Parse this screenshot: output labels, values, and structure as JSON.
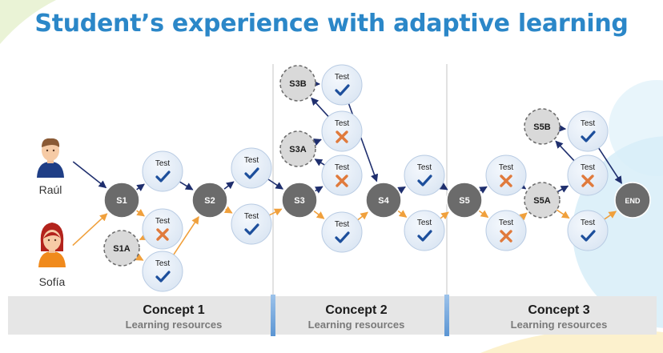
{
  "title": "Student’s experience with adaptive learning",
  "students": [
    {
      "name": "Raúl"
    },
    {
      "name": "Sofía"
    }
  ],
  "concepts": [
    {
      "title": "Concept 1",
      "subtitle": "Learning resources"
    },
    {
      "title": "Concept 2",
      "subtitle": "Learning resources"
    },
    {
      "title": "Concept 3",
      "subtitle": "Learning resources"
    }
  ],
  "nodes": [
    {
      "id": "S1",
      "label": "S1",
      "kind": "session"
    },
    {
      "id": "S2",
      "label": "S2",
      "kind": "session"
    },
    {
      "id": "S3",
      "label": "S3",
      "kind": "session"
    },
    {
      "id": "S4",
      "label": "S4",
      "kind": "session"
    },
    {
      "id": "S5",
      "label": "S5",
      "kind": "session"
    },
    {
      "id": "END",
      "label": "END",
      "kind": "session"
    },
    {
      "id": "S1A",
      "label": "S1A",
      "kind": "remedial"
    },
    {
      "id": "S3A",
      "label": "S3A",
      "kind": "remedial"
    },
    {
      "id": "S3B",
      "label": "S3B",
      "kind": "remedial"
    },
    {
      "id": "S5A",
      "label": "S5A",
      "kind": "remedial"
    },
    {
      "id": "S5B",
      "label": "S5B",
      "kind": "remedial"
    },
    {
      "id": "t1a",
      "label": "Test",
      "kind": "test",
      "result": "pass"
    },
    {
      "id": "t1b",
      "label": "Test",
      "kind": "test",
      "result": "fail"
    },
    {
      "id": "t1c",
      "label": "Test",
      "kind": "test",
      "result": "pass"
    },
    {
      "id": "t2a",
      "label": "Test",
      "kind": "test",
      "result": "pass"
    },
    {
      "id": "t2b",
      "label": "Test",
      "kind": "test",
      "result": "pass"
    },
    {
      "id": "t3a",
      "label": "Test",
      "kind": "test",
      "result": "fail"
    },
    {
      "id": "t3b",
      "label": "Test",
      "kind": "test",
      "result": "fail"
    },
    {
      "id": "t3c",
      "label": "Test",
      "kind": "test",
      "result": "pass"
    },
    {
      "id": "t3d",
      "label": "Test",
      "kind": "test",
      "result": "pass"
    },
    {
      "id": "t4a",
      "label": "Test",
      "kind": "test",
      "result": "pass"
    },
    {
      "id": "t4b",
      "label": "Test",
      "kind": "test",
      "result": "pass"
    },
    {
      "id": "t5a",
      "label": "Test",
      "kind": "test",
      "result": "fail"
    },
    {
      "id": "t5b",
      "label": "Test",
      "kind": "test",
      "result": "fail"
    },
    {
      "id": "t6a",
      "label": "Test",
      "kind": "test",
      "result": "pass"
    },
    {
      "id": "t6b",
      "label": "Test",
      "kind": "test",
      "result": "fail"
    },
    {
      "id": "t6c",
      "label": "Test",
      "kind": "test",
      "result": "pass"
    }
  ],
  "edges": [
    {
      "from": "raul",
      "to": "S1",
      "path": "raul"
    },
    {
      "from": "sofia",
      "to": "S1",
      "path": "sofia"
    },
    {
      "from": "S1",
      "to": "t1a",
      "path": "raul"
    },
    {
      "from": "t1a",
      "to": "S2",
      "path": "raul"
    },
    {
      "from": "S1",
      "to": "t1b",
      "path": "sofia"
    },
    {
      "from": "t1b",
      "to": "S1A",
      "path": "sofia"
    },
    {
      "from": "S1A",
      "to": "t1c",
      "path": "sofia"
    },
    {
      "from": "t1c",
      "to": "S2",
      "path": "sofia"
    },
    {
      "from": "S2",
      "to": "t2a",
      "path": "raul"
    },
    {
      "from": "t2a",
      "to": "S3",
      "path": "raul"
    },
    {
      "from": "S2",
      "to": "t2b",
      "path": "sofia"
    },
    {
      "from": "t2b",
      "to": "S3",
      "path": "sofia"
    },
    {
      "from": "S3",
      "to": "t3a",
      "path": "raul"
    },
    {
      "from": "t3a",
      "to": "S3A",
      "path": "raul"
    },
    {
      "from": "S3A",
      "to": "t3b",
      "path": "raul"
    },
    {
      "from": "t3b",
      "to": "S3B",
      "path": "raul"
    },
    {
      "from": "S3B",
      "to": "t3c",
      "path": "raul"
    },
    {
      "from": "t3c",
      "to": "S4",
      "path": "raul"
    },
    {
      "from": "S3",
      "to": "t3d",
      "path": "sofia"
    },
    {
      "from": "t3d",
      "to": "S4",
      "path": "sofia"
    },
    {
      "from": "S4",
      "to": "t4a",
      "path": "raul"
    },
    {
      "from": "t4a",
      "to": "S5",
      "path": "raul"
    },
    {
      "from": "S4",
      "to": "t4b",
      "path": "sofia"
    },
    {
      "from": "t4b",
      "to": "S5",
      "path": "sofia"
    },
    {
      "from": "S5",
      "to": "t5a",
      "path": "raul"
    },
    {
      "from": "t5a",
      "to": "S5A",
      "path": "raul"
    },
    {
      "from": "S5",
      "to": "t5b",
      "path": "sofia"
    },
    {
      "from": "t5b",
      "to": "S5A",
      "path": "sofia"
    },
    {
      "from": "S5A",
      "to": "t6b",
      "path": "raul"
    },
    {
      "from": "t6b",
      "to": "S5B",
      "path": "raul"
    },
    {
      "from": "S5B",
      "to": "t6a",
      "path": "raul"
    },
    {
      "from": "t6a",
      "to": "END",
      "path": "raul"
    },
    {
      "from": "S5A",
      "to": "t6c",
      "path": "sofia"
    },
    {
      "from": "t6c",
      "to": "END",
      "path": "sofia"
    }
  ],
  "colors": {
    "title": "#2b87c8",
    "raul_path": "#1f2f6e",
    "sofia_path": "#f0a03c",
    "session": "#6b6b6b",
    "remedial": "#d9d9d9",
    "test": "#dbe6f3",
    "check": "#1d4f9c",
    "cross": "#e07a3c",
    "band": "#e6e6e6",
    "divider": "#5b95d3"
  },
  "icons": {
    "pass": "check-icon",
    "fail": "cross-icon",
    "student": "person-icon"
  }
}
